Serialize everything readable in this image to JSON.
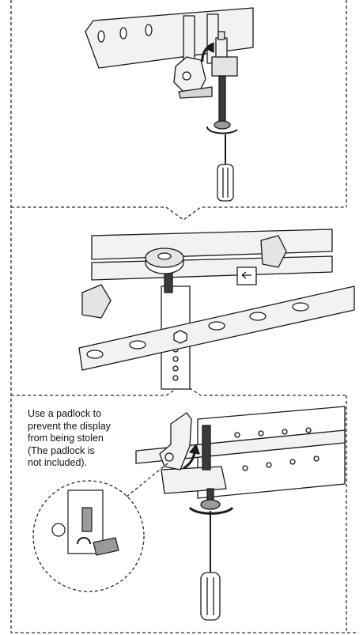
{
  "callout": {
    "lines": [
      "Use a padlock to",
      "prevent the display",
      "from being stolen",
      "(The padlock is",
      "not included)."
    ]
  },
  "colors": {
    "line": "#1a1a1a",
    "metal": "#f2f2f2",
    "metal_dark": "#d6d6d6",
    "dash": "#2a2a2a"
  }
}
